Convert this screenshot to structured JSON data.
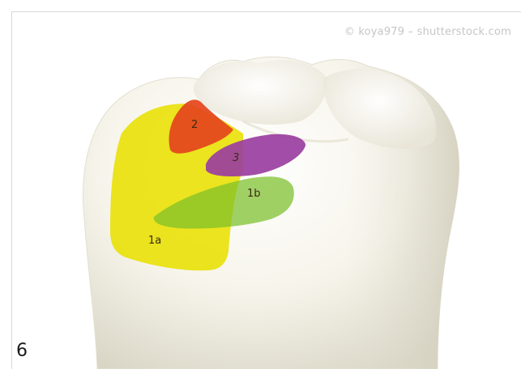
{
  "credit": "© koya979 – shutterstock.com",
  "figure_number": "6",
  "zones": [
    {
      "id": "1a",
      "label": "1a",
      "color": "#e8e000"
    },
    {
      "id": "1b",
      "label": "1b",
      "color": "#7bbf2a"
    },
    {
      "id": "2",
      "label": "2",
      "color": "#e4441c"
    },
    {
      "id": "3",
      "label": "3",
      "color": "#9a3ea0"
    }
  ],
  "colors": {
    "tooth_light": "#fbfaf4",
    "tooth_shadow": "#e2e0d2",
    "frame_line": "#d9d9d9"
  }
}
